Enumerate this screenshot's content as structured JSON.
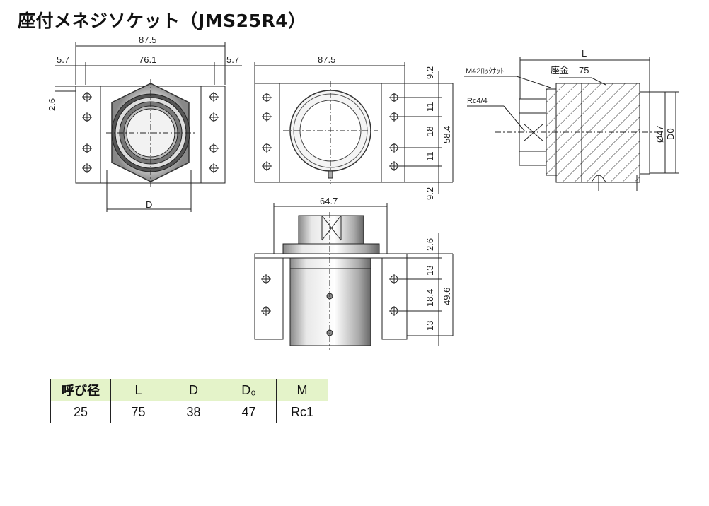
{
  "title": "座付メネジソケット（JMS25R4）",
  "dims": {
    "front_width": "87.5",
    "front_center": "76.1",
    "front_left_offset": "5.7",
    "front_right_offset": "5.7",
    "front_thickness": "2.6",
    "front_bottom": "D",
    "rear_width": "87.5",
    "rear_top": "9.2",
    "rear_v1": "11",
    "rear_v2": "18",
    "rear_v3": "11",
    "rear_total": "58.4",
    "rear_bottom": "9.2",
    "side_length": "L",
    "side_lock_nut": "M42ﾛｯｸﾅｯﾄ",
    "side_base_label": "座金",
    "side_base_value": "75",
    "side_thread": "Rc4/4",
    "side_dia": "Ø47",
    "side_d0": "D0",
    "bottom_width": "64.7",
    "bottom_plate": "2.6",
    "bottom_v1": "13",
    "bottom_v2": "18.4",
    "bottom_v3": "13",
    "bottom_total": "49.6"
  },
  "table": {
    "headers": [
      "呼び径",
      "L",
      "D",
      "D₀",
      "M"
    ],
    "row": [
      "25",
      "75",
      "38",
      "47",
      "Rc1"
    ]
  }
}
